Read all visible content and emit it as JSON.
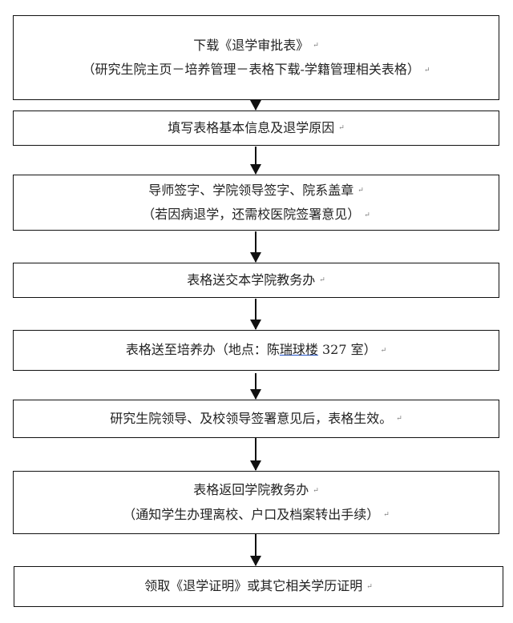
{
  "steps": [
    {
      "lines": [
        "下载《退学审批表》",
        "（研究生院主页－培养管理－表格下载-学籍管理相关表格）"
      ]
    },
    {
      "lines": [
        "填写表格基本信息及退学原因"
      ]
    },
    {
      "lines": [
        "导师签字、学院领导签字、院系盖章",
        "（若因病退学，还需校医院签署意见）"
      ]
    },
    {
      "lines": [
        "表格送交本学院教务办"
      ]
    },
    {
      "parts": {
        "before": "表格送至培养办（地点：陈",
        "underlined": "瑞球楼",
        "after": " 327 室）"
      }
    },
    {
      "lines": [
        "研究生院领导、及校领导签署意见后，表格生效。"
      ]
    },
    {
      "lines": [
        "表格返回学院教务办",
        "（通知学生办理离校、户口及档案转出手续）"
      ]
    },
    {
      "lines": [
        "领取《退学证明》或其它相关学历证明"
      ]
    }
  ]
}
